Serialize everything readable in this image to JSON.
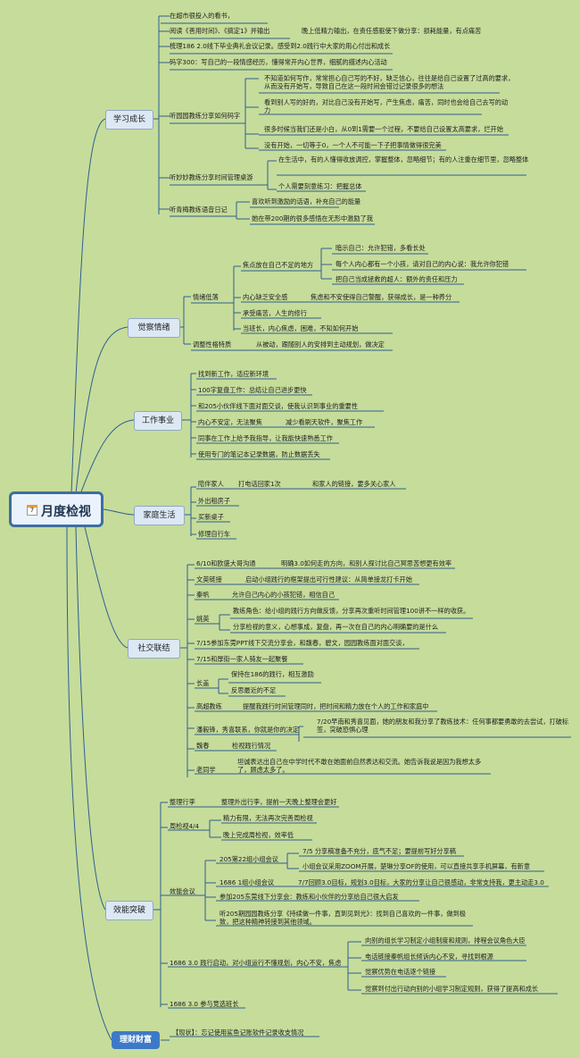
{
  "root": {
    "title": "月度检视",
    "icon": "calendar-icon",
    "icon_label": "7"
  },
  "branches": {
    "learning": "学习成长",
    "emotion": "觉察情绪",
    "work": "工作事业",
    "family": "家庭生活",
    "social": "社交联结",
    "breakthrough": "效能突破",
    "finance": "理财财富"
  },
  "learning": {
    "l1": "在超市很投入的看书，",
    "l2": "阅读《善用时间》、《搞定1》并输出",
    "l2a": "晚上低精力输出，在责任感驱使下做分享：损耗能量，有点痛苦",
    "l3": "梳理186 2.0线下毕业典礼会议记录。感受到2.0践行中大家的用心付出和成长",
    "l4": "码字300：写自己的一段情感经历，懂得常开内心世界，细腻的描述内心活动",
    "l5": "听园园教练分享如何码字",
    "l5a": "不知道如何写作，常常担心自己写的不好，缺乏信心，往往是给自己设置了过高的要求，从而没有开始写，导致自己在这一段时间会错过记录很多的想法",
    "l5b": "看到别人写的好的，对比自己没有开始写，产生焦虑，痛苦，同时也会给自己去写的动力",
    "l5c": "很多时候当我们还是小白，从0到1需要一个过程，不要给自己设置太高要求，烂开始",
    "l5d": "没有开始，一切等于0，一个人不可能一下子把事情做得很完美",
    "l6": "听妙妙教练分享时间管理桌游",
    "l6a": "在生活中，有的人懂得收放调控，掌握整体，忽略细节；有的人注重在细节里，忽略整体",
    "l6b": "个人需要刻意练习：把握总体",
    "l7": "听青梅教练语音日记",
    "l7a": "喜欢听到激励的话语，补充自己的能量",
    "l7b": "她在带200期的很多感悟在无形中激励了我"
  },
  "emotion": {
    "e1": "情绪低落",
    "e1a": "焦点放在自己不足的地方",
    "e1a1": "暗示自己：允许犯错，多看长处",
    "e1a2": "每个人内心都有一个小孩，请对自己的内心说：我允许你犯错",
    "e1a3": "把自己当成拯救的超人：额外的责任和压力",
    "e1b": "内心缺乏安全感",
    "e1b1": "焦虑和不安使得自己警醒，获得成长，是一种养分",
    "e1c": "承受痛苦，人生的修行",
    "e1d": "当班长，内心焦虑，困难，不知如何开始",
    "e2": "调整性格特质",
    "e2a": "从被动，跟随别人的安排到主动规划，做决定"
  },
  "work": {
    "w1": "找到新工作，适应新环境",
    "w2": "100字复盘工作：总结让自己进步更快",
    "w3": "和205小伙伴线下面对面交谈，使我认识到事业的重要性",
    "w4": "内心不安定，无法聚焦",
    "w4a": "减少看刷天软件，聚焦工作",
    "w5": "同事在工作上给予我指导，让我能快速熟悉工作",
    "w6": "使用专门的笔记本记录数据，防止数据丢失"
  },
  "family": {
    "f1": "陪伴家人",
    "f1a": "打电话回家1次",
    "f1b": "和家人的链接，要多关心家人",
    "f2": "外出租房子",
    "f3": "买新桌子",
    "f4": "修理自行车"
  },
  "social": {
    "s1": "6/10和欧盛大哥沟通",
    "s1a": "明确3.0如何走的方向，和别人探讨比自己冥思苦想更有效率",
    "s2": "文英链接",
    "s2a": "启动小组践行的框架提出可行性建议：从简单接龙打卡开始",
    "s3": "秦帆",
    "s3a": "允许自己内心的小孩犯错，相信自己",
    "s4": "姚英",
    "s4a": "教练角色：给小组的践行方向做反馈，分享再次重听时间管理100讲不一样的收获。",
    "s4b": "分享检视的意义，心想事成，复盘，再一次在自己的内心明确要的是什么",
    "s5": "7/15参加东莞PPT线下交流分享会，和魏春，碧文，园园教练面对面交谈，",
    "s6": "7/15和厚街一家人骑友一起聚餐",
    "s7": "长盖",
    "s7a": "保持在186的践行，相互激励",
    "s7b": "反思最近的不足",
    "s8": "高超教练",
    "s8a": "提醒我践行时间管理同时，把时间和精力放在个人的工作和家庭中",
    "s9": "潘毅锋，秀喜联系，你就是你的决定",
    "s9a": "7/20早南和秀喜见面，她的朋友和我分享了教练技术：任何事都要勇敢的去尝试，打破标签，突破恐惧心理",
    "s10": "魏春",
    "s10a": "检视践行情况",
    "s11": "老同学",
    "s11a": "坦诚表达出自己在中学时代不敢在她面前自然表达和交流。她告诉我说是因为我想太多了，顾虑太多了。"
  },
  "breakthrough": {
    "b1": "整理行李",
    "b1a": "整理外出行李，提前一天晚上整理会更好",
    "b2": "周检视4/4",
    "b2a": "精力有限，无法再次完善周检视",
    "b2b": "晚上完成周检视，效率低",
    "b3": "效能会议",
    "b3a": "205第22组小组会议",
    "b3a1": "7/5 分享稿准备不充分，底气不足；要提前写好分享稿",
    "b3a2": "小组会议采用ZOOM开展，楚琳分享OF的使用，可以直接共享手机屏幕，有新意",
    "b3b": "1686 1组小组会议",
    "b3b1": "7/7回顾3.0目标，规划3.0目标，大家的分享让自己很感动，非常支持我，更主动走3.0",
    "b3c": "参加205东莞线下分享会：教练和小伙伴的分享给自己很大启发",
    "b3d": "听205期园园教练分享《持续做一件事，直到见到光》：找到自己喜欢的一件事，做到极致，把这种精神转接到其他领域。",
    "b4": "1686 3.0 践行启动，对小组运行不懂规划，内心不安，焦虑",
    "b4a": "向别的组长学习制定小组制度和规则，排程会议角色大臣",
    "b4b": "电话链接秦帆组长倾诉内心不安，寻找到根源",
    "b4c": "觉察优势在电话逐个链接",
    "b4d": "觉察到付出行动向别的小组学习制定规则，获得了提高和成长",
    "b5": "1686 3.0 参与竞选班长"
  },
  "finance": {
    "n1": "【现状】：忘记使用鲨鱼记账软件记录收支情况"
  },
  "colors": {
    "background": "#c6dc9b",
    "line": "#2f5f8e",
    "branch_fill": "#dce8f4",
    "root_border": "#3e6f9e",
    "finance_fill": "#3d7ac6"
  }
}
